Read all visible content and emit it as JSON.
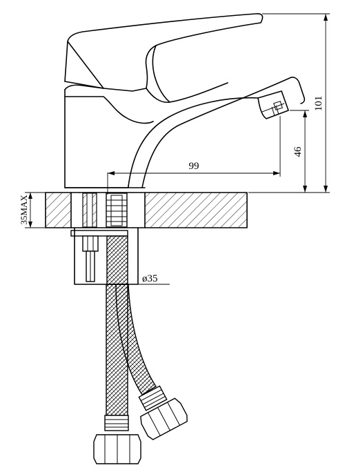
{
  "drawing": {
    "dimensions": {
      "total_height": "101",
      "spout_height": "46",
      "spout_reach": "99",
      "mount_hole_diameter": "ø35",
      "max_counter_thickness": "35MAX"
    }
  }
}
